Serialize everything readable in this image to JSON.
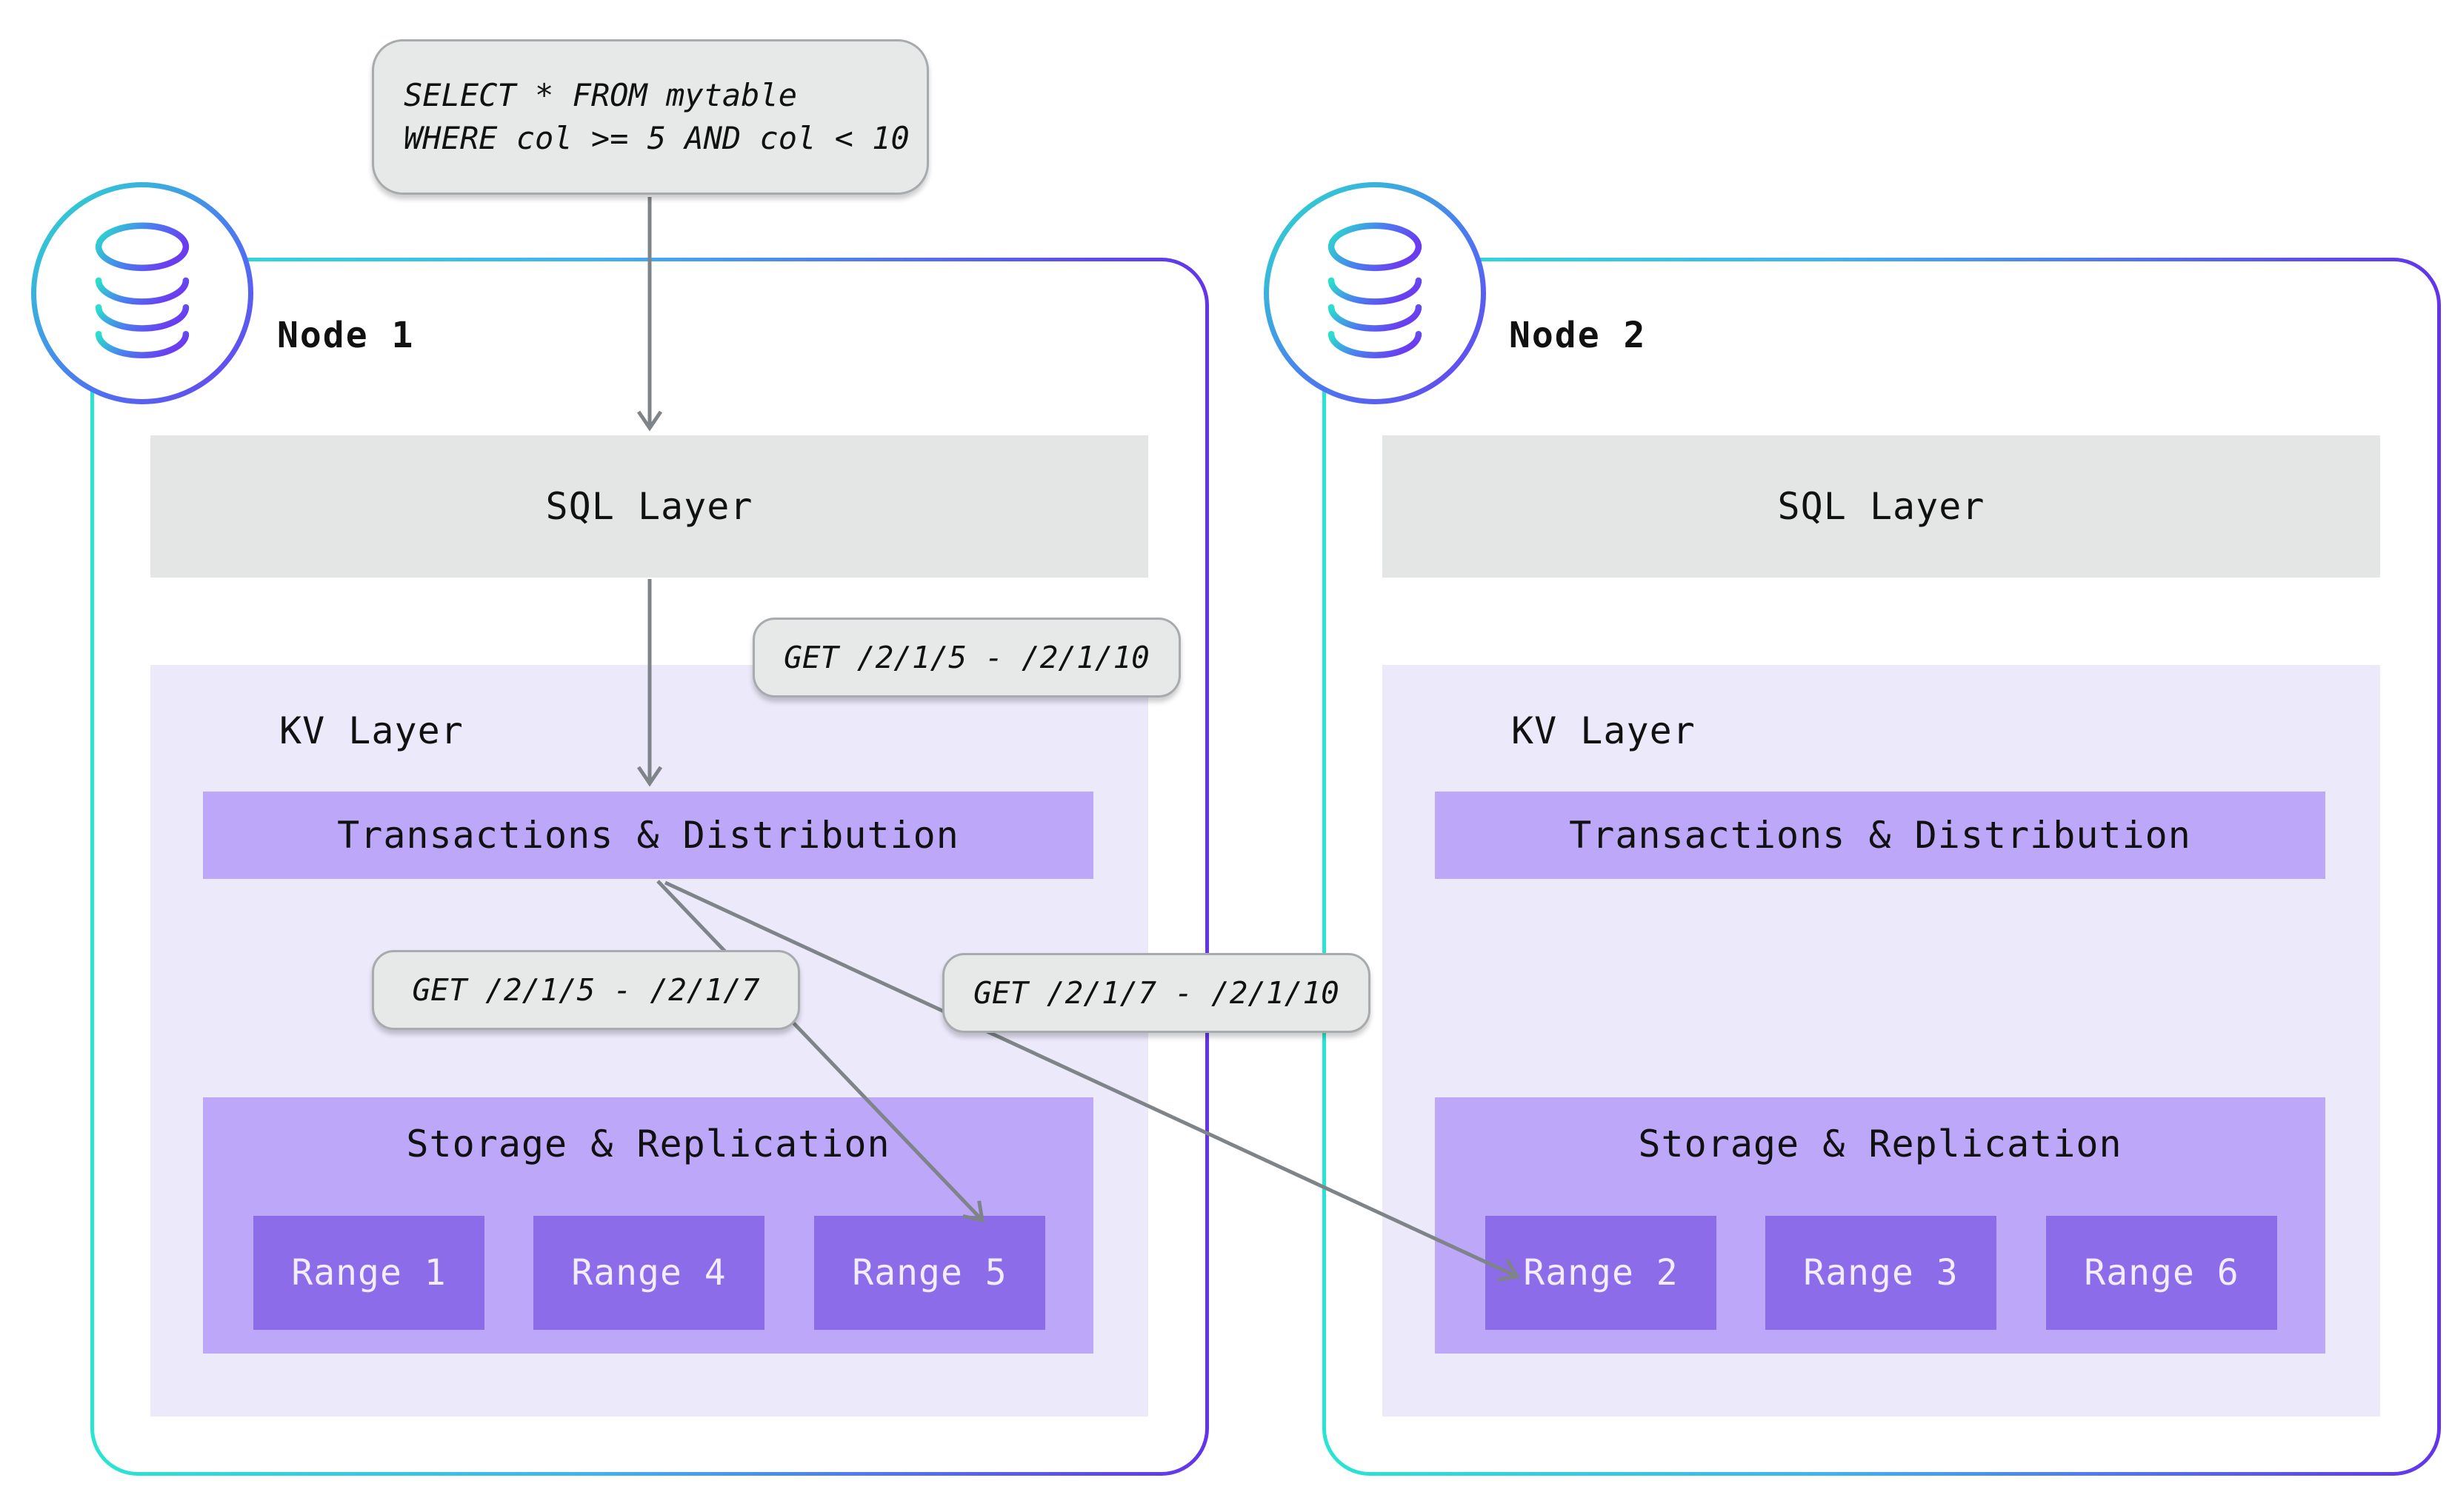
{
  "query": {
    "line1": "SELECT * FROM mytable",
    "line2": "WHERE col >= 5 AND col < 10"
  },
  "get_labels": [
    "GET /2/1/5 - /2/1/10",
    "GET /2/1/5 - /2/1/7",
    "GET /2/1/7 - /2/1/10"
  ],
  "nodes": [
    {
      "title": "Node 1",
      "sql_layer_label": "SQL Layer",
      "kv_layer_label": "KV Layer",
      "transactions_label": "Transactions & Distribution",
      "storage_label": "Storage & Replication",
      "ranges": [
        "Range 1",
        "Range 4",
        "Range 5"
      ]
    },
    {
      "title": "Node 2",
      "sql_layer_label": "SQL Layer",
      "kv_layer_label": "KV Layer",
      "transactions_label": "Transactions & Distribution",
      "storage_label": "Storage & Replication",
      "ranges": [
        "Range 2",
        "Range 3",
        "Range 6"
      ]
    }
  ],
  "colors": {
    "node_border_start": "#28e5d2",
    "node_border_mid": "#41b3f0",
    "node_border_end": "#6334ea",
    "sql_layer_bg": "#e4e6e5",
    "kv_layer_bg": "#ece9fb",
    "purple_bar_bg": "#bda7f8",
    "range_bg": "#8d6cea",
    "range_text": "#f2ecfd",
    "pill_bg": "#e7e9e8",
    "pill_border": "#a8abae",
    "arrow": "#7e8487"
  }
}
